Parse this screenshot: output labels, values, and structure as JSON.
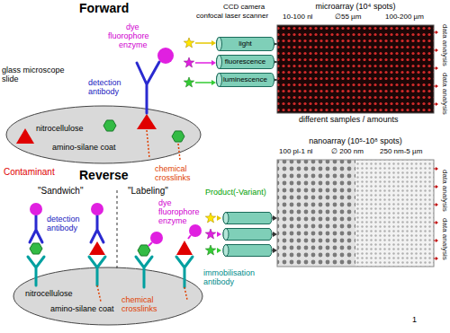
{
  "diagram": {
    "nodes": [
      {
        "text": [
          "light"
        ]
      },
      {
        "text": [
          "fluorescence"
        ]
      },
      {
        "text": [
          "luminescence"
        ]
      },
      {
        "text": [
          "microarray (10⁴ spots)"
        ]
      },
      {
        "text": [
          "nanoarray (10⁵-10⁸ spots)"
        ]
      }
    ],
    "edges": [
      {
        "from": 0,
        "to": 3,
        "arrow": "to"
      },
      {
        "from": 1,
        "to": 3,
        "arrow": "to"
      },
      {
        "from": 2,
        "to": 3,
        "arrow": "to"
      }
    ],
    "labels": [
      "Forward",
      "dye",
      "fluorophore",
      "enzyme",
      "glass microscope slide",
      "detection antibody",
      "nitrocellulose",
      "amino-silane coat",
      "chemical crosslinks",
      "Contaminant",
      "CCD camera",
      "confocal laser scanner",
      "10-100 nl",
      "∅55 µm",
      "100-200 µm",
      "different samples / amounts",
      "data analysis",
      "data analysis",
      "100 pl-1 nl",
      "∅ 200 nm",
      "250 nm-5 µm",
      "data analysis",
      "data analysis",
      "Reverse",
      "\"Sandwich\"",
      "\"Labeling\"",
      "Product(-Variant)",
      "detection antibody",
      "dye fluorophore enzyme",
      "immobilisation antibody",
      "nitrocellulose",
      "amino-silane coat",
      "chemical crosslinks",
      "1"
    ]
  }
}
